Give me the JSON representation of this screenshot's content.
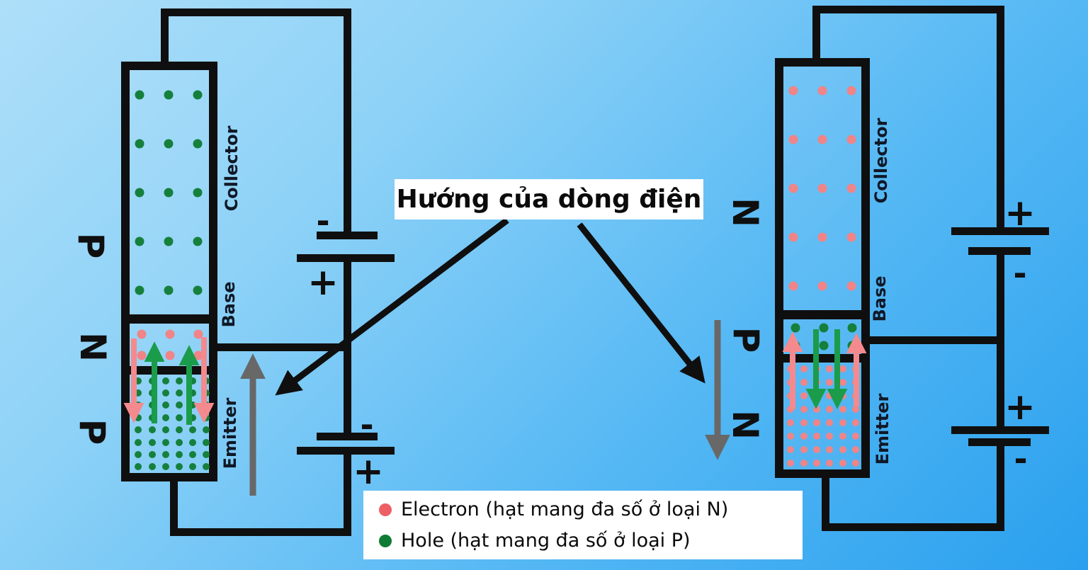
{
  "title": {
    "text": "Hướng của dòng điện"
  },
  "legend": {
    "items": [
      {
        "icon": "electron-dot",
        "color_key": "electron",
        "label": "Electron (hạt mang đa số ở loại N)"
      },
      {
        "icon": "hole-dot",
        "color_key": "hole",
        "label": "Hole (hạt mang đa số ở loại P)"
      }
    ]
  },
  "left_circuit": {
    "name": "PNP transistor circuit",
    "labels": [
      "P",
      "N",
      "P"
    ],
    "regions": [
      "Collector",
      "Base",
      "Emitter"
    ],
    "batteries": [
      {
        "top": "-",
        "bottom": "+"
      },
      {
        "top": "-",
        "bottom": "+"
      }
    ],
    "current_direction": "up"
  },
  "right_circuit": {
    "name": "NPN transistor circuit",
    "labels": [
      "N",
      "P",
      "N"
    ],
    "regions": [
      "Collector",
      "Base",
      "Emitter"
    ],
    "batteries": [
      {
        "top": "+",
        "bottom": "-"
      },
      {
        "top": "+",
        "bottom": "-"
      }
    ],
    "current_direction": "down"
  },
  "colors": {
    "background_light": "#aedff9",
    "background_dark": "#2aa0ee",
    "wire": "#0f0f0f",
    "electron": "#ed5f64",
    "electron_dot": "#f08487",
    "electron_arrow": "#f48a8e",
    "hole": "#0e7c35",
    "hole_dot": "#15803c",
    "hole_arrow": "#1a9c4a",
    "gray_arrow": "#686868",
    "label_background": "#ffffff"
  },
  "dot_grids": {
    "left_collector": {
      "cols": 3,
      "rows": 5,
      "size": 13,
      "color": "hole_dot",
      "particle": "hole-dot"
    },
    "left_base": {
      "cols": 3,
      "rows": 2,
      "size": 13,
      "color": "electron_dot",
      "particle": "electron-dot"
    },
    "left_emitter": {
      "cols": 6,
      "rows": 8,
      "size": 10,
      "color": "hole_dot",
      "particle": "hole-dot"
    },
    "right_collector": {
      "cols": 3,
      "rows": 5,
      "size": 13,
      "color": "electron_dot",
      "particle": "electron-dot"
    },
    "right_base": {
      "cols": 3,
      "rows": 2,
      "size": 13,
      "color": "hole_dot",
      "particle": "hole-dot"
    },
    "right_emitter": {
      "cols": 6,
      "rows": 8,
      "size": 10,
      "color": "electron_dot",
      "particle": "electron-dot"
    }
  }
}
